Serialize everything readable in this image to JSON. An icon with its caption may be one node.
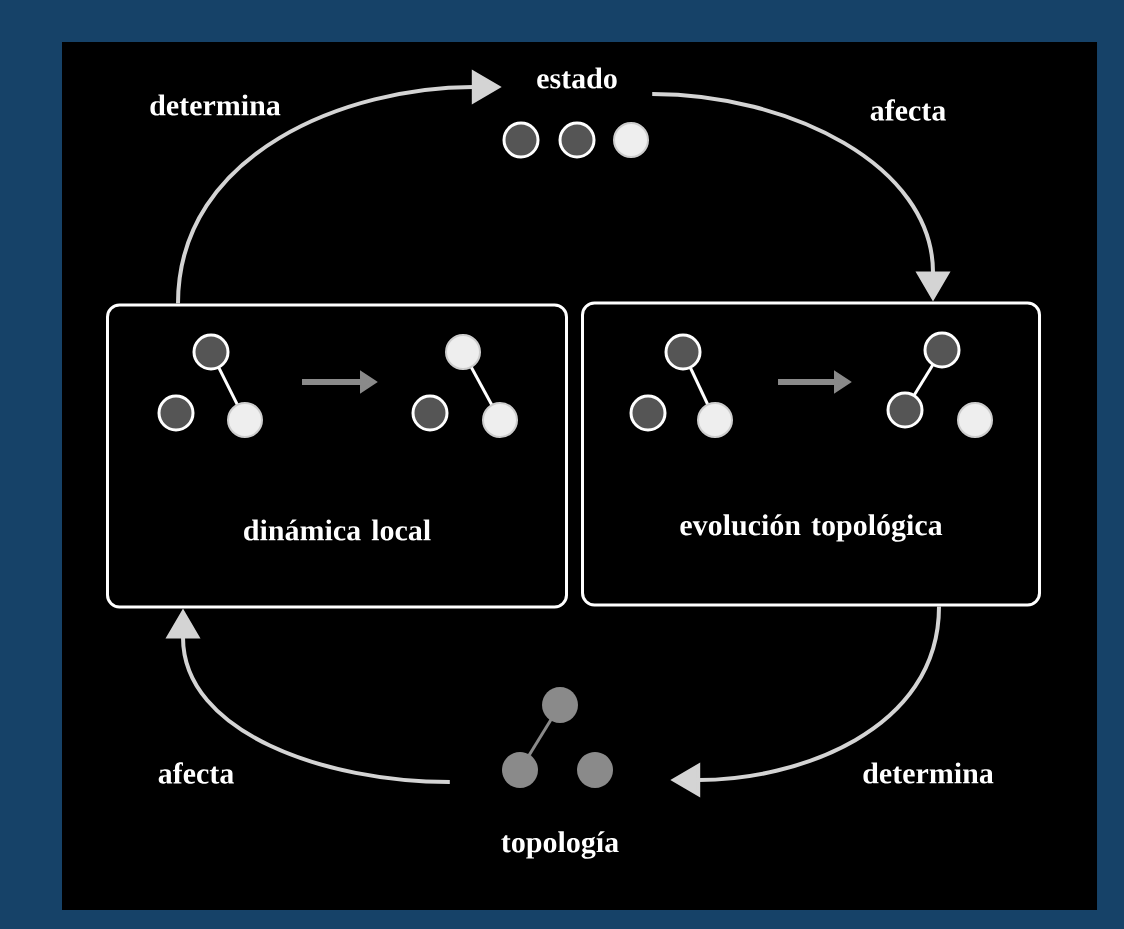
{
  "diagram": {
    "nodes": [
      {
        "text": [
          "dinámica local"
        ]
      },
      {
        "text": [
          "evolución topológica"
        ]
      },
      {
        "text": [
          "estado"
        ]
      },
      {
        "text": [
          "topología"
        ]
      }
    ],
    "edges": [
      {
        "from": 0,
        "to": 2,
        "arrow": "to",
        "label": "determina"
      },
      {
        "from": 2,
        "to": 1,
        "arrow": "to",
        "label": "afecta"
      },
      {
        "from": 1,
        "to": 3,
        "arrow": "to",
        "label": "determina"
      },
      {
        "from": 3,
        "to": 0,
        "arrow": "to",
        "label": "afecta"
      }
    ]
  }
}
